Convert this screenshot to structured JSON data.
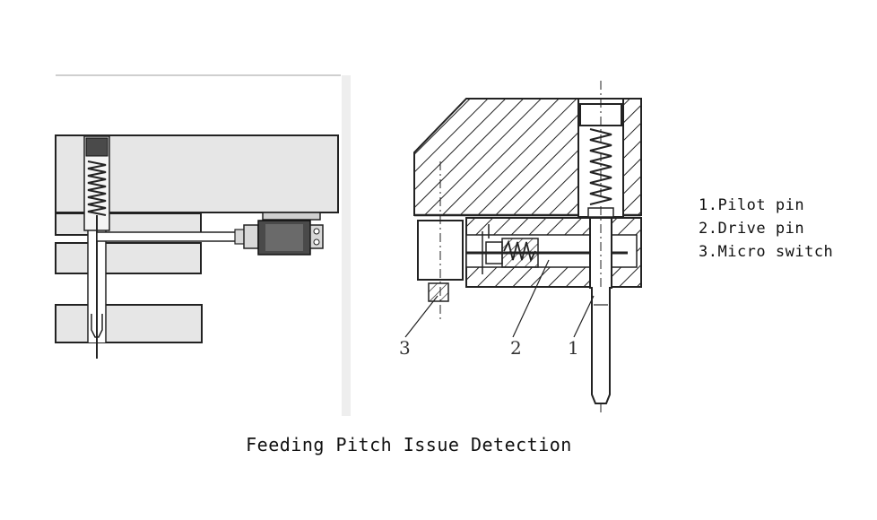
{
  "legend": {
    "items": [
      "1.Pilot pin",
      "2.Drive pin",
      "3.Micro switch"
    ]
  },
  "callouts": {
    "pilot_pin": "1",
    "drive_pin": "2",
    "micro_switch": "3"
  },
  "caption": "Feeding Pitch Issue Detection",
  "colors": {
    "fill_light": "#e6e6e6",
    "fill_mid": "#d2d2d2",
    "fill_dark": "#4a4a4a",
    "line": "#222222"
  }
}
